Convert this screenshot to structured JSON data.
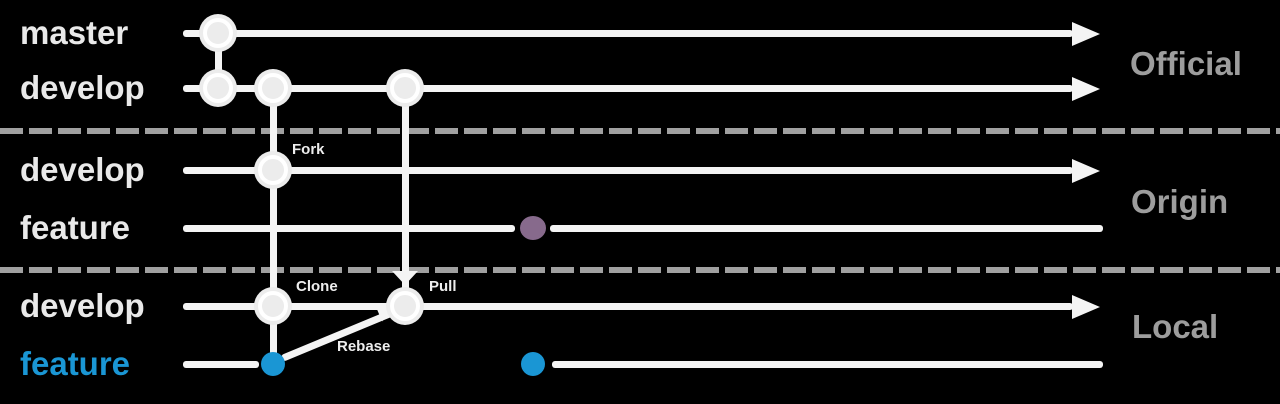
{
  "colors": {
    "background": "#000000",
    "line": "#f4f4f4",
    "node-fill": "#ececec",
    "node-ring": "#ffffff",
    "branch-label": "#e9e9e9",
    "feature-blue": "#1a96d4",
    "commit-purple": "#876a8c",
    "section-label": "#9d9d9d",
    "divider": "#a0a0a0",
    "op-label": "#ededed"
  },
  "sections": [
    {
      "label": "Official",
      "branches": [
        {
          "name": "master"
        },
        {
          "name": "develop"
        }
      ]
    },
    {
      "label": "Origin",
      "branches": [
        {
          "name": "develop"
        },
        {
          "name": "feature"
        }
      ]
    },
    {
      "label": "Local",
      "branches": [
        {
          "name": "develop"
        },
        {
          "name": "feature"
        }
      ]
    }
  ],
  "operations": {
    "fork": "Fork",
    "clone": "Clone",
    "pull": "Pull",
    "rebase": "Rebase"
  }
}
